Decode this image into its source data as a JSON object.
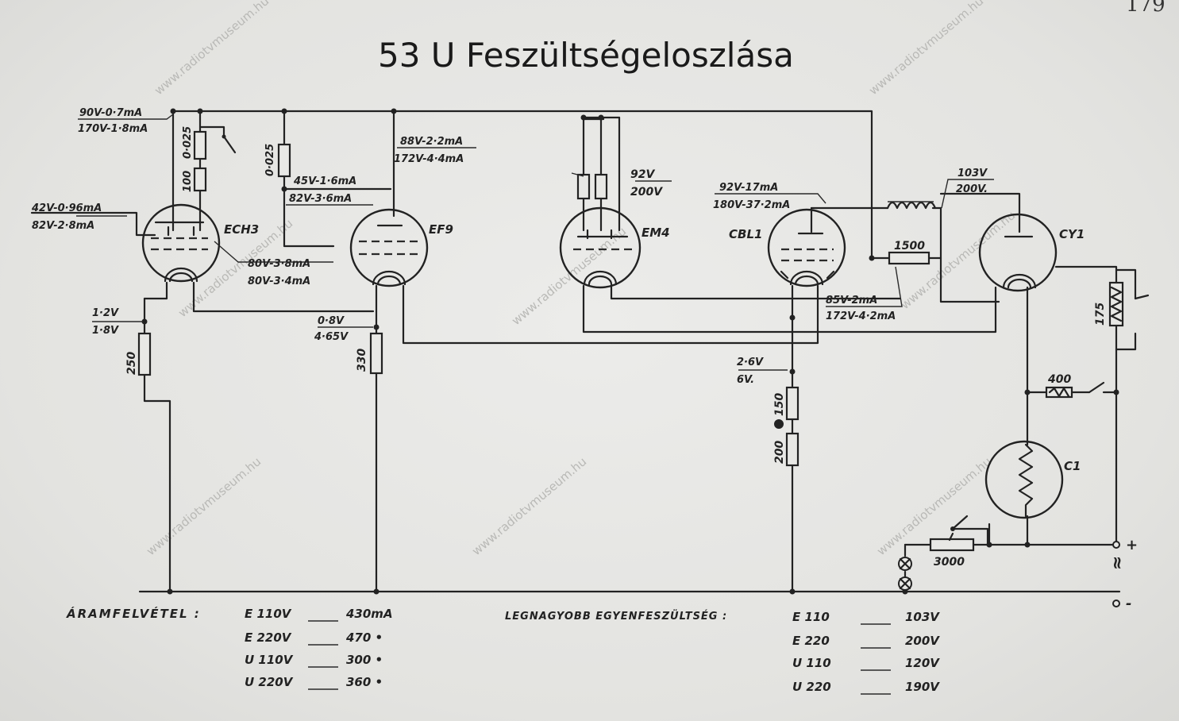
{
  "page_number": "179",
  "title": "53 U  Feszültségeloszlása",
  "watermark": "www.radiotvmuseum.hu",
  "tubes": {
    "ech3": "ECH3",
    "ef9": "EF9",
    "em4": "EM4",
    "cbl1": "CBL1",
    "cy1": "CY1",
    "c1": "C1"
  },
  "annotations": {
    "ech3_top_1": "90V-0·7mA",
    "ech3_top_2": "170V-1·8mA",
    "ech3_left_1": "42V-0·96mA",
    "ech3_left_2": "82V-2·8mA",
    "ech3_right_1": "80V-3·8mA",
    "ech3_right_2": "80V-3·4mA",
    "ech3_cath_1": "1·2V",
    "ech3_cath_2": "1·8V",
    "ef9_grid_1": "45V-1·6mA",
    "ef9_grid_2": "82V-3·6mA",
    "ef9_anode_1": "88V-2·2mA",
    "ef9_anode_2": "172V-4·4mA",
    "ef9_cath_1": "0·8V",
    "ef9_cath_2": "4·65V",
    "em4_1": "92V",
    "em4_2": "200V",
    "cbl1_1": "92V-17mA",
    "cbl1_2": "180V-37·2mA",
    "cbl1_scr_1": "85V-2mA",
    "cbl1_scr_2": "172V-4·2mA",
    "choke_1": "103V",
    "choke_2": "200V.",
    "heater_1": "2·6V",
    "heater_2": "6V."
  },
  "resistors": {
    "r0025a": "0·025",
    "r100": "100",
    "r0025b": "0·025",
    "r250": "250",
    "r330": "330",
    "r150": "150",
    "r200": "200",
    "r1500": "1500",
    "r175": "175",
    "r400": "400",
    "r3000": "3000"
  },
  "terminals": {
    "plus": "+",
    "ac": "≈",
    "minus": "-"
  },
  "current": {
    "label": "ÁRAMFELVÉTEL :",
    "rows": [
      {
        "mode": "E  110V",
        "value": "430mA"
      },
      {
        "mode": "E  220V",
        "value": "470  •"
      },
      {
        "mode": "U  110V",
        "value": "300  •"
      },
      {
        "mode": "U  220V",
        "value": "360  •"
      }
    ]
  },
  "max_voltage": {
    "label": "LEGNAGYOBB EGYENFESZÜLTSÉG :",
    "rows": [
      {
        "mode": "E  110",
        "value": "103V"
      },
      {
        "mode": "E  220",
        "value": "200V"
      },
      {
        "mode": "U  110",
        "value": "120V"
      },
      {
        "mode": "U  220",
        "value": "190V"
      }
    ]
  }
}
